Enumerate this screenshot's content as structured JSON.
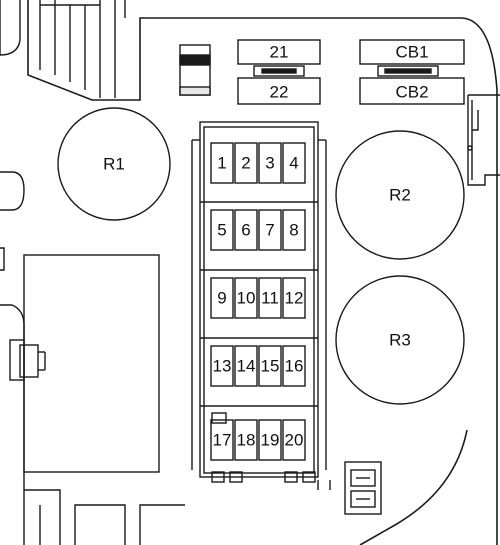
{
  "diagram": {
    "relays": {
      "r1": "R1",
      "r2": "R2",
      "r3": "R3"
    },
    "fuses": {
      "f21": "21",
      "f22": "22",
      "cb1": "CB1",
      "cb2": "CB2"
    },
    "positions": [
      "1",
      "2",
      "3",
      "4",
      "5",
      "6",
      "7",
      "8",
      "9",
      "10",
      "11",
      "12",
      "13",
      "14",
      "15",
      "16",
      "17",
      "18",
      "19",
      "20"
    ]
  }
}
